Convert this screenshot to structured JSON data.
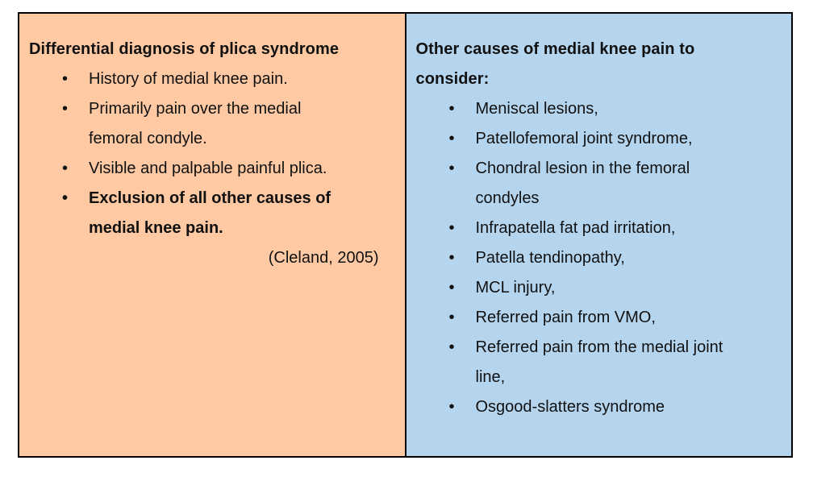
{
  "table": {
    "border_color": "#000000",
    "text_color": "#111111",
    "bullet_glyph": "•",
    "left_cell": {
      "background": "#FEC9A3",
      "title": "Differential diagnosis of plica syndrome",
      "bullets": [
        {
          "text": "History of medial knee pain.",
          "bold": false
        },
        {
          "text": "Primarily pain over the medial femoral condyle.",
          "bold": false
        },
        {
          "text": "Visible and palpable painful plica.",
          "bold": false
        },
        {
          "text": "Exclusion of all other causes of medial knee pain.",
          "bold": true
        }
      ],
      "citation": "(Cleland, 2005)"
    },
    "right_cell": {
      "background": "#B5D4EE",
      "title": "Other causes of medial knee pain to consider:",
      "bullets": [
        {
          "text": "Meniscal lesions,",
          "bold": false
        },
        {
          "text": "Patellofemoral joint syndrome,",
          "bold": false
        },
        {
          "text": "Chondral lesion in the femoral condyles",
          "bold": false
        },
        {
          "text": "Infrapatella fat pad irritation,",
          "bold": false
        },
        {
          "text": "Patella tendinopathy,",
          "bold": false
        },
        {
          "text": "MCL injury,",
          "bold": false
        },
        {
          "text": "Referred pain from VMO,",
          "bold": false
        },
        {
          "text": "Referred pain from the medial joint line,",
          "bold": false
        },
        {
          "text": "Osgood-slatters syndrome",
          "bold": false
        }
      ]
    }
  }
}
